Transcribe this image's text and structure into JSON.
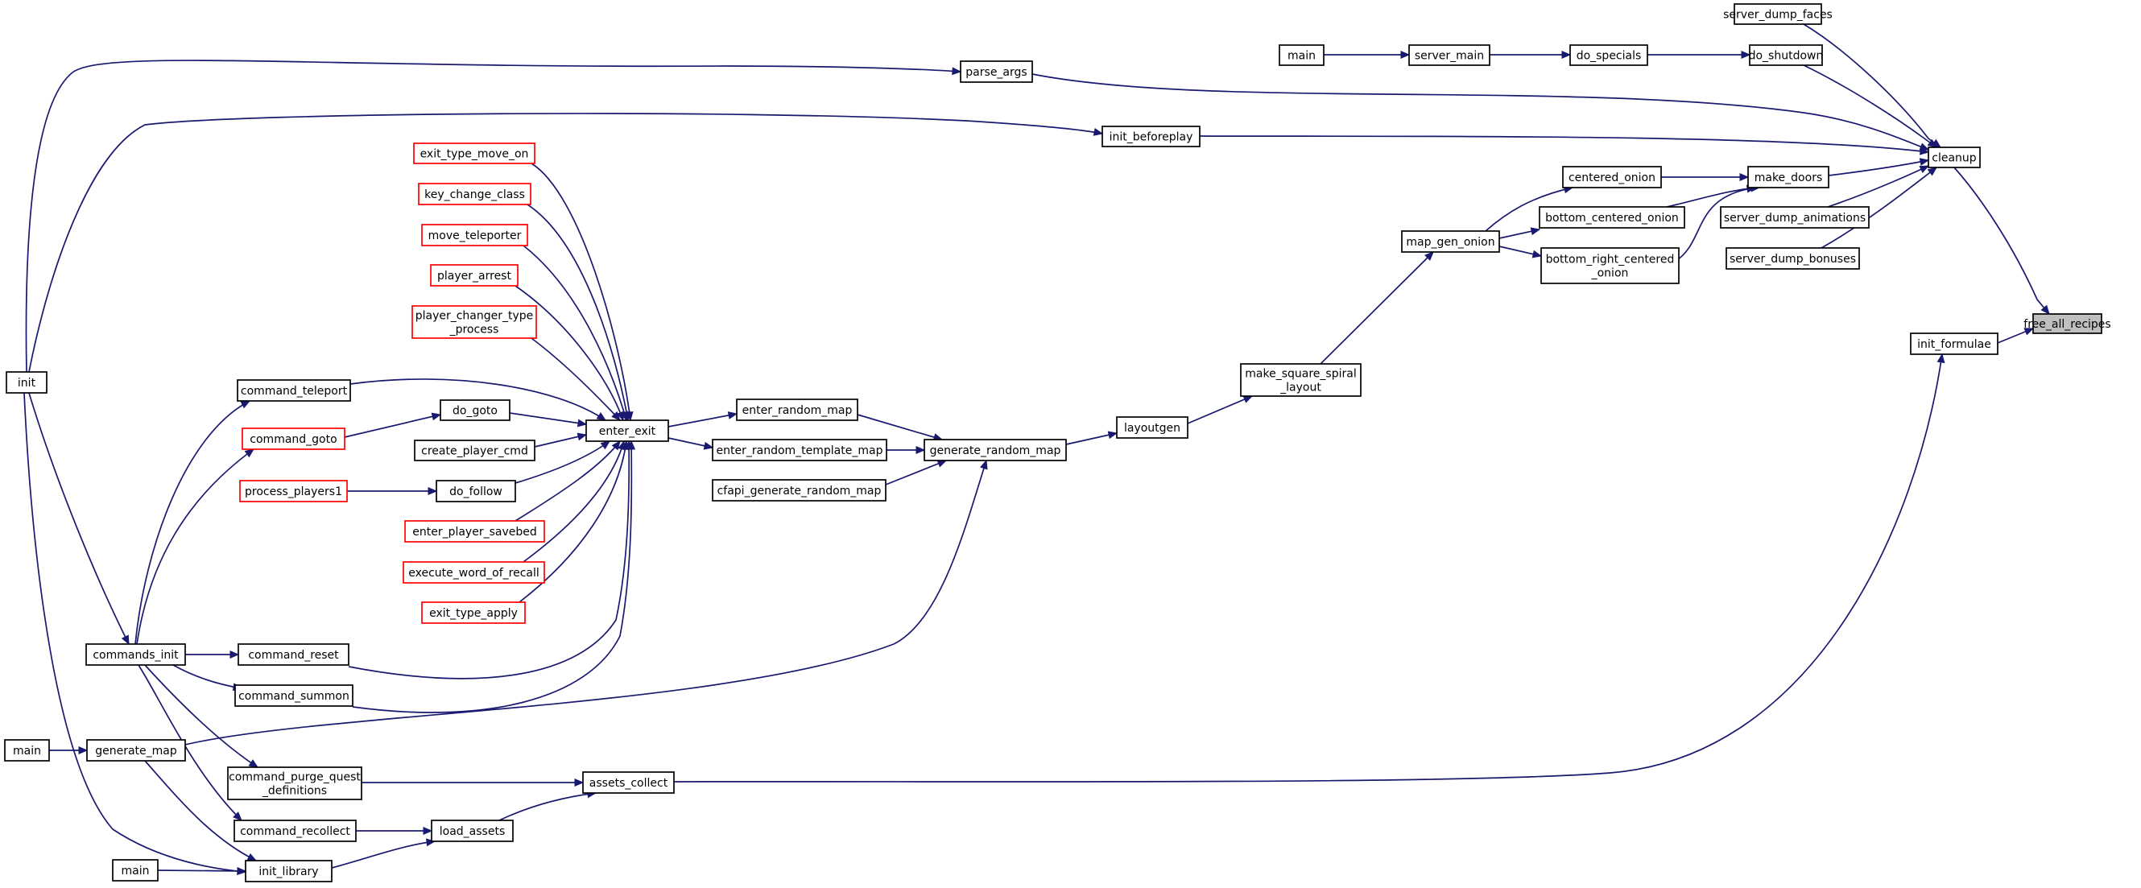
{
  "diagram": {
    "type": "call-graph",
    "nodes": [
      {
        "id": "free_all_recipes",
        "lines": [
          "free_all_recipes"
        ],
        "kind": "highlight"
      },
      {
        "id": "cleanup",
        "lines": [
          "cleanup"
        ],
        "kind": "normal"
      },
      {
        "id": "init_formulae",
        "lines": [
          "init_formulae"
        ],
        "kind": "normal"
      },
      {
        "id": "server_dump_faces",
        "lines": [
          "server_dump_faces"
        ],
        "kind": "normal"
      },
      {
        "id": "do_shutdown",
        "lines": [
          "do_shutdown"
        ],
        "kind": "normal"
      },
      {
        "id": "make_doors",
        "lines": [
          "make_doors"
        ],
        "kind": "normal"
      },
      {
        "id": "server_dump_animations",
        "lines": [
          "server_dump_animations"
        ],
        "kind": "normal"
      },
      {
        "id": "server_dump_bonuses",
        "lines": [
          "server_dump_bonuses"
        ],
        "kind": "normal"
      },
      {
        "id": "main_top",
        "lines": [
          "main"
        ],
        "kind": "normal"
      },
      {
        "id": "server_main",
        "lines": [
          "server_main"
        ],
        "kind": "normal"
      },
      {
        "id": "do_specials",
        "lines": [
          "do_specials"
        ],
        "kind": "normal"
      },
      {
        "id": "parse_args",
        "lines": [
          "parse_args"
        ],
        "kind": "normal"
      },
      {
        "id": "init_beforeplay",
        "lines": [
          "init_beforeplay"
        ],
        "kind": "normal"
      },
      {
        "id": "centered_onion",
        "lines": [
          "centered_onion"
        ],
        "kind": "normal"
      },
      {
        "id": "bottom_centered_onion",
        "lines": [
          "bottom_centered_onion"
        ],
        "kind": "normal"
      },
      {
        "id": "bottom_right_centered_onion",
        "lines": [
          "bottom_right_centered",
          "_onion"
        ],
        "kind": "normal"
      },
      {
        "id": "map_gen_onion",
        "lines": [
          "map_gen_onion"
        ],
        "kind": "normal"
      },
      {
        "id": "make_square_spiral_layout",
        "lines": [
          "make_square_spiral",
          "_layout"
        ],
        "kind": "normal"
      },
      {
        "id": "layoutgen",
        "lines": [
          "layoutgen"
        ],
        "kind": "normal"
      },
      {
        "id": "generate_random_map",
        "lines": [
          "generate_random_map"
        ],
        "kind": "normal"
      },
      {
        "id": "enter_random_map",
        "lines": [
          "enter_random_map"
        ],
        "kind": "normal"
      },
      {
        "id": "enter_random_template_map",
        "lines": [
          "enter_random_template_map"
        ],
        "kind": "normal"
      },
      {
        "id": "cfapi_generate_random_map",
        "lines": [
          "cfapi_generate_random_map"
        ],
        "kind": "normal"
      },
      {
        "id": "enter_exit",
        "lines": [
          "enter_exit"
        ],
        "kind": "normal"
      },
      {
        "id": "exit_type_move_on",
        "lines": [
          "exit_type_move_on"
        ],
        "kind": "red"
      },
      {
        "id": "key_change_class",
        "lines": [
          "key_change_class"
        ],
        "kind": "red"
      },
      {
        "id": "move_teleporter",
        "lines": [
          "move_teleporter"
        ],
        "kind": "red"
      },
      {
        "id": "player_arrest",
        "lines": [
          "player_arrest"
        ],
        "kind": "red"
      },
      {
        "id": "player_changer_type_process",
        "lines": [
          "player_changer_type",
          "_process"
        ],
        "kind": "red"
      },
      {
        "id": "command_teleport",
        "lines": [
          "command_teleport"
        ],
        "kind": "normal"
      },
      {
        "id": "do_goto",
        "lines": [
          "do_goto"
        ],
        "kind": "normal"
      },
      {
        "id": "command_goto",
        "lines": [
          "command_goto"
        ],
        "kind": "red"
      },
      {
        "id": "create_player_cmd",
        "lines": [
          "create_player_cmd"
        ],
        "kind": "normal"
      },
      {
        "id": "do_follow",
        "lines": [
          "do_follow"
        ],
        "kind": "normal"
      },
      {
        "id": "process_players1",
        "lines": [
          "process_players1"
        ],
        "kind": "red"
      },
      {
        "id": "enter_player_savebed",
        "lines": [
          "enter_player_savebed"
        ],
        "kind": "red"
      },
      {
        "id": "execute_word_of_recall",
        "lines": [
          "execute_word_of_recall"
        ],
        "kind": "red"
      },
      {
        "id": "exit_type_apply",
        "lines": [
          "exit_type_apply"
        ],
        "kind": "red"
      },
      {
        "id": "command_reset",
        "lines": [
          "command_reset"
        ],
        "kind": "normal"
      },
      {
        "id": "command_summon",
        "lines": [
          "command_summon"
        ],
        "kind": "normal"
      },
      {
        "id": "commands_init",
        "lines": [
          "commands_init"
        ],
        "kind": "normal"
      },
      {
        "id": "init",
        "lines": [
          "init"
        ],
        "kind": "normal"
      },
      {
        "id": "main_left",
        "lines": [
          "main"
        ],
        "kind": "normal"
      },
      {
        "id": "generate_map",
        "lines": [
          "generate_map"
        ],
        "kind": "normal"
      },
      {
        "id": "command_purge_quest_definitions",
        "lines": [
          "command_purge_quest",
          "_definitions"
        ],
        "kind": "normal"
      },
      {
        "id": "assets_collect",
        "lines": [
          "assets_collect"
        ],
        "kind": "normal"
      },
      {
        "id": "command_recollect",
        "lines": [
          "command_recollect"
        ],
        "kind": "normal"
      },
      {
        "id": "load_assets",
        "lines": [
          "load_assets"
        ],
        "kind": "normal"
      },
      {
        "id": "main_bottom",
        "lines": [
          "main"
        ],
        "kind": "normal"
      },
      {
        "id": "init_library",
        "lines": [
          "init_library"
        ],
        "kind": "normal"
      }
    ],
    "edges": [
      {
        "from": "cleanup",
        "to": "free_all_recipes"
      },
      {
        "from": "init_formulae",
        "to": "free_all_recipes"
      },
      {
        "from": "server_dump_faces",
        "to": "cleanup"
      },
      {
        "from": "do_shutdown",
        "to": "cleanup"
      },
      {
        "from": "parse_args",
        "to": "cleanup"
      },
      {
        "from": "init_beforeplay",
        "to": "cleanup"
      },
      {
        "from": "make_doors",
        "to": "cleanup"
      },
      {
        "from": "server_dump_animations",
        "to": "cleanup"
      },
      {
        "from": "server_dump_bonuses",
        "to": "cleanup"
      },
      {
        "from": "main_top",
        "to": "server_main"
      },
      {
        "from": "server_main",
        "to": "do_specials"
      },
      {
        "from": "do_specials",
        "to": "do_shutdown"
      },
      {
        "from": "centered_onion",
        "to": "make_doors"
      },
      {
        "from": "bottom_centered_onion",
        "to": "make_doors"
      },
      {
        "from": "bottom_right_centered_onion",
        "to": "make_doors"
      },
      {
        "from": "map_gen_onion",
        "to": "centered_onion"
      },
      {
        "from": "map_gen_onion",
        "to": "bottom_centered_onion"
      },
      {
        "from": "map_gen_onion",
        "to": "bottom_right_centered_onion"
      },
      {
        "from": "make_square_spiral_layout",
        "to": "map_gen_onion"
      },
      {
        "from": "layoutgen",
        "to": "make_square_spiral_layout"
      },
      {
        "from": "generate_random_map",
        "to": "layoutgen"
      },
      {
        "from": "enter_random_map",
        "to": "generate_random_map"
      },
      {
        "from": "enter_random_template_map",
        "to": "generate_random_map"
      },
      {
        "from": "cfapi_generate_random_map",
        "to": "generate_random_map"
      },
      {
        "from": "generate_map",
        "to": "generate_random_map"
      },
      {
        "from": "enter_exit",
        "to": "enter_random_map"
      },
      {
        "from": "enter_exit",
        "to": "enter_random_template_map"
      },
      {
        "from": "exit_type_move_on",
        "to": "enter_exit"
      },
      {
        "from": "key_change_class",
        "to": "enter_exit"
      },
      {
        "from": "move_teleporter",
        "to": "enter_exit"
      },
      {
        "from": "player_arrest",
        "to": "enter_exit"
      },
      {
        "from": "player_changer_type_process",
        "to": "enter_exit"
      },
      {
        "from": "command_teleport",
        "to": "enter_exit"
      },
      {
        "from": "do_goto",
        "to": "enter_exit"
      },
      {
        "from": "create_player_cmd",
        "to": "enter_exit"
      },
      {
        "from": "do_follow",
        "to": "enter_exit"
      },
      {
        "from": "enter_player_savebed",
        "to": "enter_exit"
      },
      {
        "from": "execute_word_of_recall",
        "to": "enter_exit"
      },
      {
        "from": "exit_type_apply",
        "to": "enter_exit"
      },
      {
        "from": "command_reset",
        "to": "enter_exit"
      },
      {
        "from": "command_summon",
        "to": "enter_exit"
      },
      {
        "from": "command_goto",
        "to": "do_goto"
      },
      {
        "from": "process_players1",
        "to": "do_follow"
      },
      {
        "from": "commands_init",
        "to": "command_teleport"
      },
      {
        "from": "commands_init",
        "to": "command_goto"
      },
      {
        "from": "commands_init",
        "to": "command_reset"
      },
      {
        "from": "commands_init",
        "to": "command_summon"
      },
      {
        "from": "commands_init",
        "to": "command_purge_quest_definitions"
      },
      {
        "from": "commands_init",
        "to": "command_recollect"
      },
      {
        "from": "init",
        "to": "parse_args"
      },
      {
        "from": "init",
        "to": "init_beforeplay"
      },
      {
        "from": "init",
        "to": "commands_init"
      },
      {
        "from": "init",
        "to": "init_library"
      },
      {
        "from": "main_left",
        "to": "generate_map"
      },
      {
        "from": "generate_map",
        "to": "init_library"
      },
      {
        "from": "command_purge_quest_definitions",
        "to": "assets_collect"
      },
      {
        "from": "load_assets",
        "to": "assets_collect"
      },
      {
        "from": "assets_collect",
        "to": "init_formulae"
      },
      {
        "from": "command_recollect",
        "to": "load_assets"
      },
      {
        "from": "init_library",
        "to": "load_assets"
      },
      {
        "from": "main_bottom",
        "to": "init_library"
      }
    ]
  },
  "colors": {
    "edge": "#191970",
    "node_border": "#000000",
    "node_border_red": "#ff0000",
    "highlight_fill": "#bfbfbf",
    "background": "#ffffff"
  }
}
